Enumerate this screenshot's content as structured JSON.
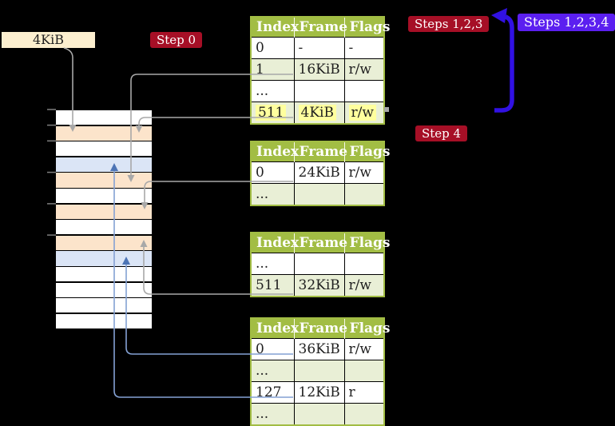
{
  "labels": {
    "free_frame": "4KiB"
  },
  "badges": {
    "step0": "Step 0",
    "steps123": "Steps 1,2,3",
    "steps1234": "Steps 1,2,3,4",
    "step4": "Step 4"
  },
  "tables": {
    "headers": [
      "Index",
      "Frame",
      "Flags"
    ],
    "t1": {
      "rows": [
        {
          "index": "0",
          "frame": "-",
          "flags": "-"
        },
        {
          "index": "1",
          "frame": "16KiB",
          "flags": "r/w"
        },
        {
          "index": "...",
          "frame": "",
          "flags": ""
        },
        {
          "index": "511",
          "frame": "4KiB",
          "flags": "r/w",
          "highlighted": true
        }
      ]
    },
    "t2": {
      "rows": [
        {
          "index": "0",
          "frame": "24KiB",
          "flags": "r/w"
        },
        {
          "index": "...",
          "frame": "",
          "flags": ""
        }
      ]
    },
    "t3": {
      "rows": [
        {
          "index": "...",
          "frame": "",
          "flags": ""
        },
        {
          "index": "511",
          "frame": "32KiB",
          "flags": "r/w"
        }
      ]
    },
    "t4": {
      "rows": [
        {
          "index": "0",
          "frame": "36KiB",
          "flags": "r/w"
        },
        {
          "index": "...",
          "frame": "",
          "flags": ""
        },
        {
          "index": "127",
          "frame": "12KiB",
          "flags": "r"
        },
        {
          "index": "...",
          "frame": "",
          "flags": ""
        }
      ]
    }
  },
  "stack": {
    "rows": [
      {
        "kind": "frame-free",
        "color": "#ffffff"
      },
      {
        "kind": "frame-mapped",
        "color": "#fce4cb"
      },
      {
        "kind": "frame-free",
        "color": "#ffffff"
      },
      {
        "kind": "frame-page-table",
        "color": "#dbe5f6"
      },
      {
        "kind": "frame-mapped",
        "color": "#fce4cb"
      },
      {
        "kind": "frame-free",
        "color": "#ffffff"
      },
      {
        "kind": "frame-mapped",
        "color": "#fce4cb"
      },
      {
        "kind": "frame-free",
        "color": "#ffffff"
      },
      {
        "kind": "frame-mapped",
        "color": "#fce4cb"
      },
      {
        "kind": "frame-page-table",
        "color": "#dbe5f6"
      },
      {
        "kind": "frame-free",
        "color": "#ffffff"
      },
      {
        "kind": "frame-free",
        "color": "#ffffff"
      },
      {
        "kind": "frame-free",
        "color": "#ffffff"
      },
      {
        "kind": "frame-free",
        "color": "#ffffff"
      }
    ]
  },
  "colors": {
    "canvas_bg": "#000000",
    "label_bg": "#fcefcf",
    "badge_red": "#a60f26",
    "badge_blue": "#5b1ff0",
    "table_header": "#a2bd44",
    "table_border": "#a2bd44",
    "row_alt": "#e9efd6",
    "highlight": "#ffff9e",
    "connector_gray": "#a8a8a8",
    "connector_blue": "#84a1d4",
    "connector_blue_dark": "#4d74b5",
    "big_arrow": "#3111e3",
    "tick": "#7f7f7f",
    "text_dark": "#1f1f1f"
  }
}
